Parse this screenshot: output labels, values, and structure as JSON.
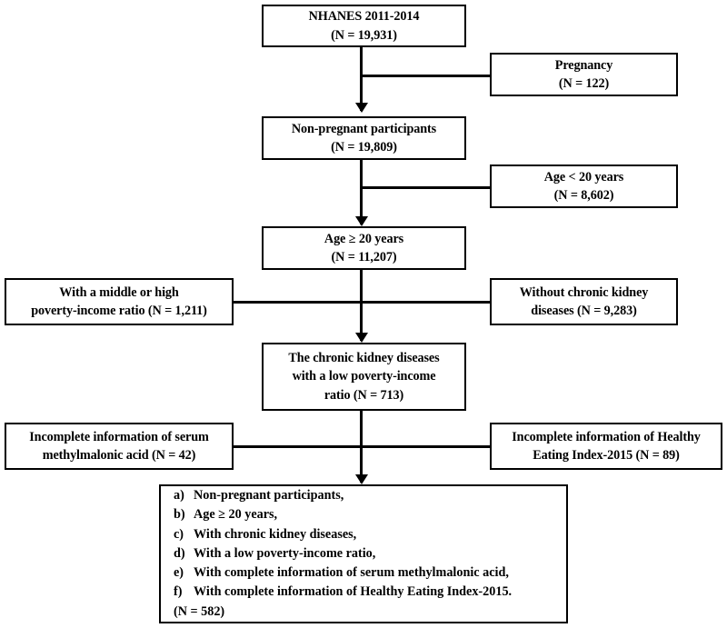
{
  "figure": {
    "type": "flowchart",
    "title": "NHANES participant selection flow diagram"
  },
  "nodes": {
    "source": {
      "line1": "NHANES 2011-2014",
      "line2": "(N = 19,931)"
    },
    "pregnancy": {
      "line1": "Pregnancy",
      "line2": "(N = 122)"
    },
    "nonpregnant": {
      "line1": "Non-pregnant participants",
      "line2": "(N = 19,809)"
    },
    "age_under_20": {
      "line1": "Age < 20 years",
      "line2": "(N = 8,602)"
    },
    "age_20_plus": {
      "line1": "Age ≥ 20 years",
      "line2": "(N = 11,207)"
    },
    "middle_high_pir": {
      "line1": "With a middle or high",
      "line2": "poverty-income ratio (N = 1,211)"
    },
    "without_ckd": {
      "line1": "Without chronic kidney",
      "line2": "diseases (N = 9,283)"
    },
    "ckd_low_pir": {
      "line1": "The chronic kidney diseases",
      "line2": "with a low poverty-income",
      "line3": "ratio (N = 713)"
    },
    "incomplete_mma": {
      "line1": "Incomplete information of serum",
      "line2": "methylmalonic acid (N = 42)"
    },
    "incomplete_hei": {
      "line1": "Incomplete information of Healthy",
      "line2": "Eating Index-2015 (N = 89)"
    },
    "final": {
      "items": [
        {
          "marker": "a)",
          "text": "Non-pregnant participants,"
        },
        {
          "marker": "b)",
          "text": "Age ≥ 20 years,"
        },
        {
          "marker": "c)",
          "text": "With chronic kidney diseases,"
        },
        {
          "marker": "d)",
          "text": "With a low poverty-income ratio,"
        },
        {
          "marker": "e)",
          "text": "With complete information of serum methylmalonic acid,"
        },
        {
          "marker": "f)",
          "text": "With complete information of Healthy Eating Index-2015."
        }
      ],
      "total": "(N = 582)"
    }
  },
  "colors": {
    "stroke": "#000000",
    "background": "#ffffff",
    "text": "#000000"
  }
}
